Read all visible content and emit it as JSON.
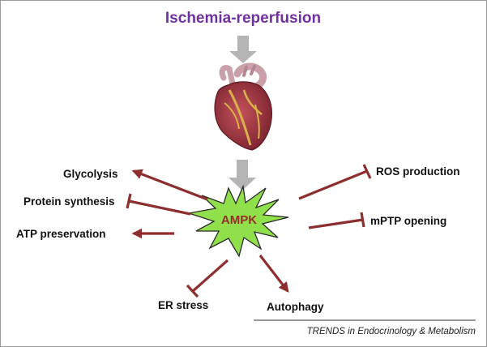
{
  "diagram": {
    "title": "Ischemia-reperfusion",
    "center": "AMPK",
    "effects": {
      "glycolysis": "Glycolysis",
      "protein_synthesis": "Protein synthesis",
      "atp_preservation": "ATP preservation",
      "ros_production": "ROS production",
      "mptp_opening": "mPTP opening",
      "er_stress": "ER stress",
      "autophagy": "Autophagy"
    },
    "credit": "TRENDS in Endocrinology & Metabolism"
  },
  "colors": {
    "title": "#7030a0",
    "arrow": "#8e2f2f",
    "burst_fill": "#8fe04a",
    "burst_stroke": "#2a2a2a",
    "flow_arrow": "#b4b4b4",
    "heart_muscle": "#a4343c",
    "heart_vessel": "#c9a0a8",
    "coronary": "#d8b24a"
  },
  "icons": {
    "heart": "heart-illustration",
    "flow": "down-arrow-icon",
    "hub": "starburst-shape"
  }
}
